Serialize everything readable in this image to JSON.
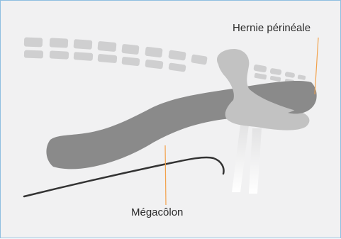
{
  "labels": {
    "hernia": "Hernie périnéale",
    "megacolon": "Mégacôlon"
  },
  "colors": {
    "background": "#f1f1f2",
    "border": "#8fbfe0",
    "colon": "#8a8a8a",
    "pelvis_bone": "#c2c2c2",
    "leg_bone": "#ffffff",
    "vertebra": "#cfcfd0",
    "leader_line": "#f2a14a",
    "outline": "#333333"
  },
  "icons": {
    "hernia": "hernia-marker",
    "megacolon": "megacolon-marker"
  }
}
